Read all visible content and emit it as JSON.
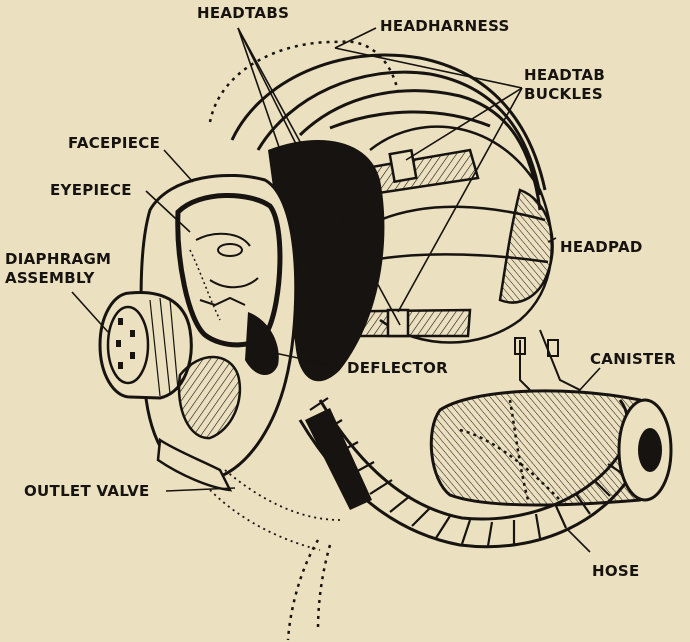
{
  "labels": {
    "headtabs": "HEADTABS",
    "headharness": "HEADHARNESS",
    "headtab_buckles_1": "HEADTAB",
    "headtab_buckles_2": "BUCKLES",
    "facepiece": "FACEPIECE",
    "eyepiece": "EYEPIECE",
    "diaphragm_1": "DIAPHRAGM",
    "diaphragm_2": "ASSEMBLY",
    "headpad": "HEADPAD",
    "deflector": "DEFLECTOR",
    "canister": "CANISTER",
    "outlet_valve": "OUTLET VALVE",
    "hose": "HOSE"
  },
  "colors": {
    "paper": "#ebe0bf",
    "ink": "#161310"
  }
}
